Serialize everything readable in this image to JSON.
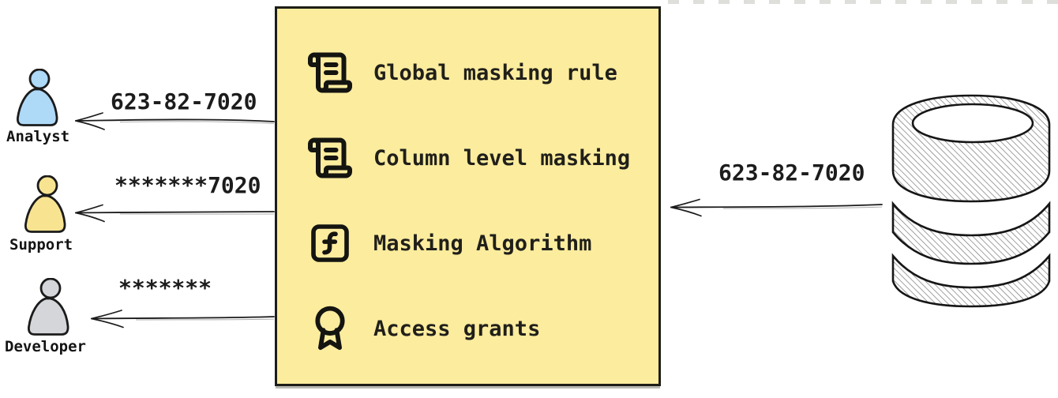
{
  "background": "#ffffff",
  "actors": [
    {
      "id": "analyst",
      "label": "Analyst",
      "received_value": "623-82-7020",
      "fill": "#aed9f7"
    },
    {
      "id": "support",
      "label": "Support",
      "received_value": "*******7020",
      "fill": "#f8e391"
    },
    {
      "id": "developer",
      "label": "Developer",
      "received_value": "*******",
      "fill": "#d4d6d9"
    }
  ],
  "masking_box": {
    "background": "#fcec9e",
    "border_color": "#1d1d17",
    "items": [
      {
        "icon": "scroll-icon",
        "label": "Global masking rule"
      },
      {
        "icon": "scroll-icon",
        "label": "Column level masking"
      },
      {
        "icon": "function-square-icon",
        "label": "Masking Algorithm"
      },
      {
        "icon": "award-icon",
        "label": "Access grants"
      }
    ]
  },
  "database": {
    "icon": "database-icon",
    "outgoing_value": "623-82-7020"
  }
}
